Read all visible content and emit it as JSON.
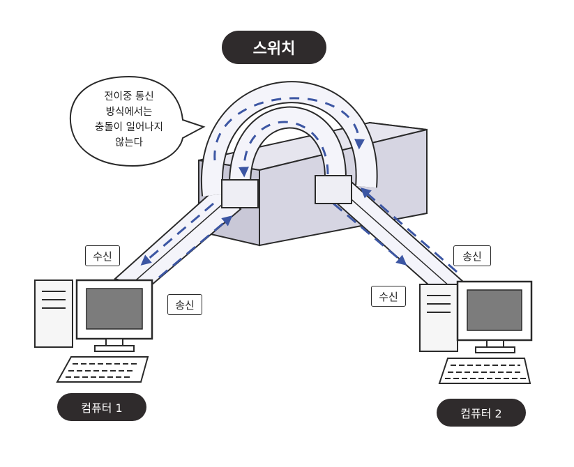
{
  "title": "스위치",
  "speech_bubble": {
    "lines": [
      "전이중 통신",
      "방식에서는",
      "충돌이 일어나지",
      "않는다"
    ]
  },
  "labels": {
    "computer1_receive": "수신",
    "computer1_send": "송신",
    "computer2_receive": "수신",
    "computer2_send": "송신"
  },
  "computers": {
    "computer1": "컴퓨터 1",
    "computer2": "컴퓨터 2"
  },
  "colors": {
    "pill_background": "#2f2b2c",
    "switch_body": "#d6d5e2",
    "arrow": "#3c56a3",
    "screen": "#7c7c7c"
  }
}
